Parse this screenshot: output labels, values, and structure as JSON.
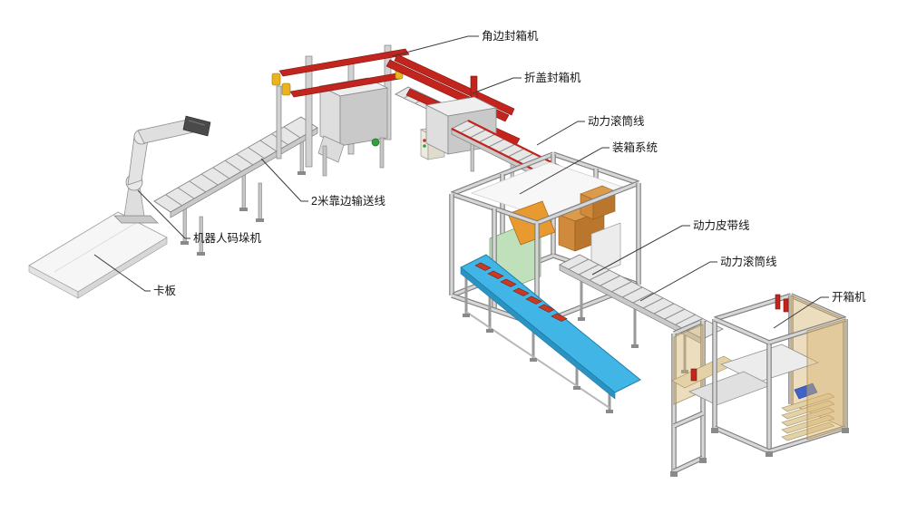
{
  "diagram": {
    "background": "#ffffff",
    "palette": {
      "machine_red": "#c1251d",
      "accent_yellow": "#e9b41f",
      "belt_blue": "#41b5e6",
      "carton_brown": "#cf8a3d",
      "panel_green": "#bfe0ba",
      "panel_amber": "#d8b470",
      "steel_gray": "#d9d9d9",
      "label_color": "#161616"
    },
    "labels": [
      {
        "id": "corner-edge-sealer",
        "text": "角边封箱机"
      },
      {
        "id": "flap-fold-sealer",
        "text": "折盖封箱机"
      },
      {
        "id": "power-roller-line-top",
        "text": "动力滚筒线"
      },
      {
        "id": "case-packing-system",
        "text": "装箱系统"
      },
      {
        "id": "power-belt-line",
        "text": "动力皮带线"
      },
      {
        "id": "power-roller-line-bottom",
        "text": "动力滚筒线"
      },
      {
        "id": "case-erector",
        "text": "开箱机"
      },
      {
        "id": "edge-conveyor-2m",
        "text": "2米靠边输送线"
      },
      {
        "id": "robot-palletizer",
        "text": "机器人码垛机"
      },
      {
        "id": "pallet",
        "text": "卡板"
      }
    ]
  }
}
